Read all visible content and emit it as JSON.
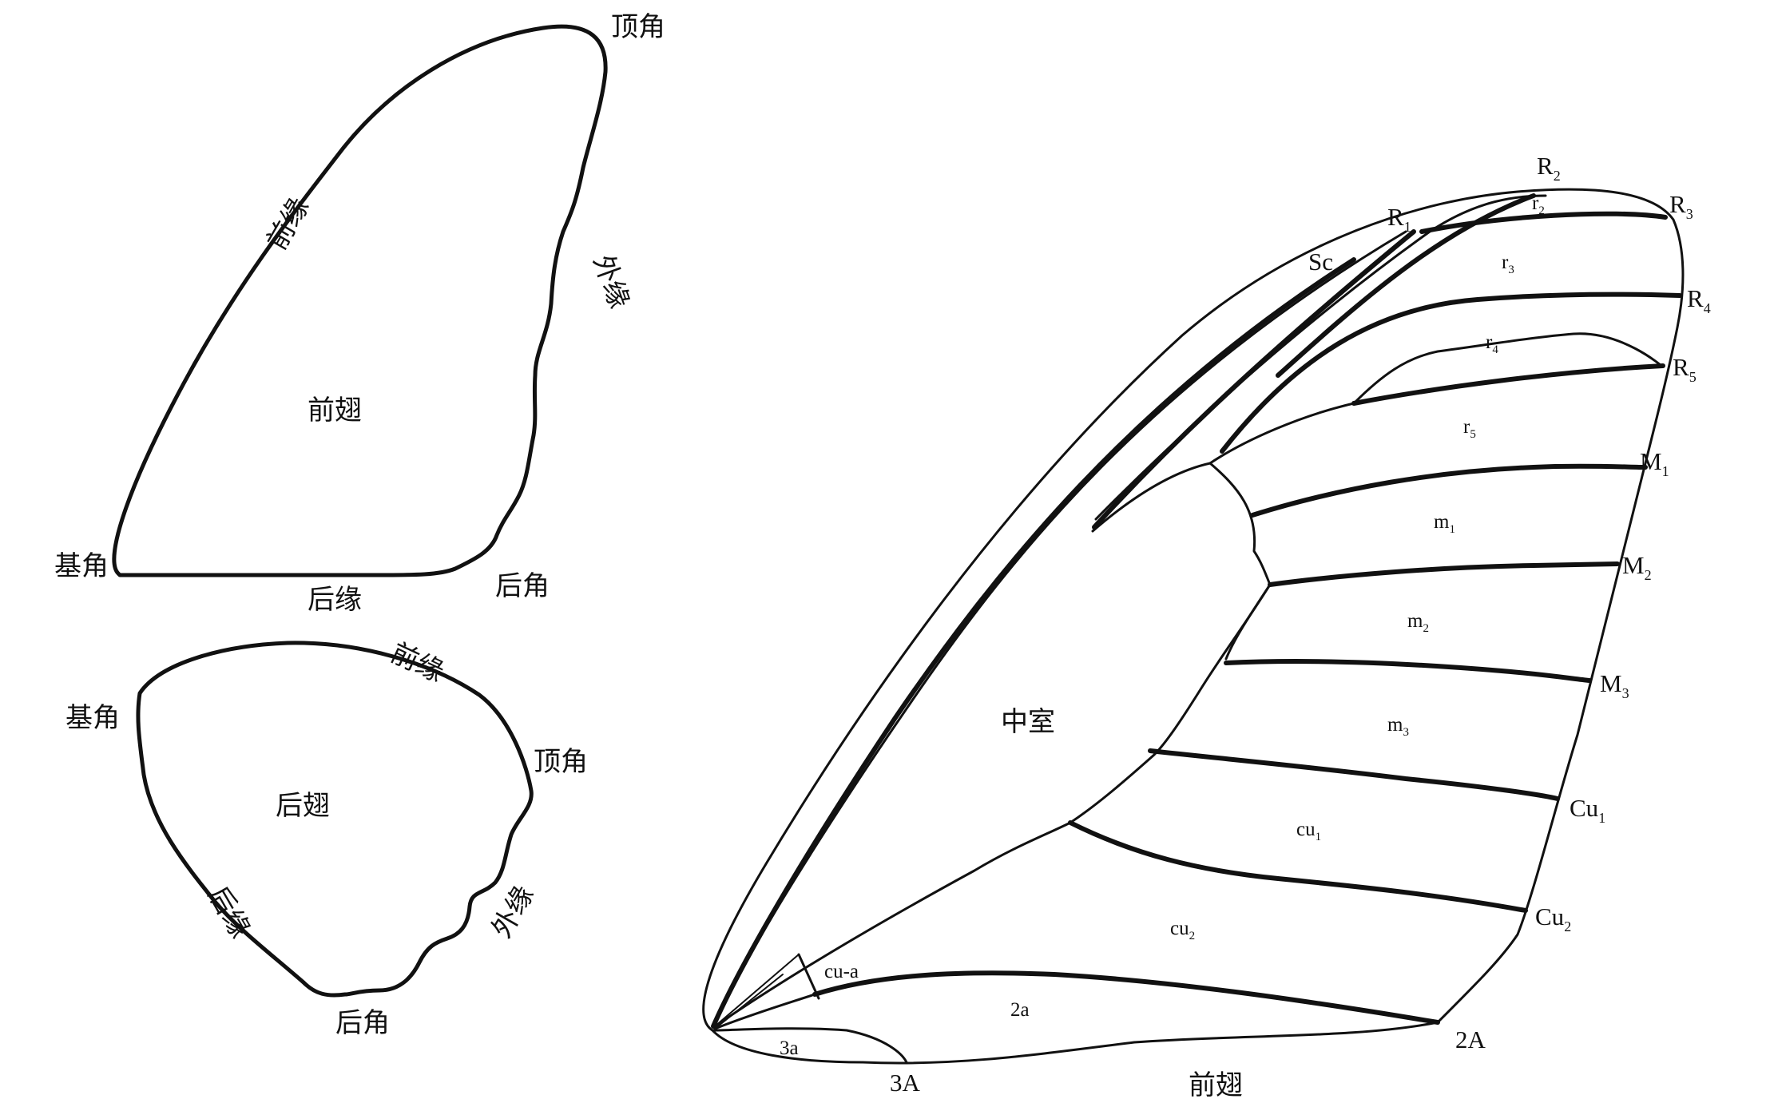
{
  "forewing_outline": {
    "name": "前翅",
    "costa": "前缘",
    "outer_margin": "外缘",
    "inner_margin": "后缘",
    "apex": "顶角",
    "base_angle": "基角",
    "tornus": "后角"
  },
  "hindwing_outline": {
    "name": "后翅",
    "costa": "前缘",
    "outer_margin": "外缘",
    "inner_margin": "后缘",
    "apex": "顶角",
    "base_angle": "基角",
    "tornus": "后角"
  },
  "venation": {
    "caption": "前翅",
    "discal_cell": "中室",
    "veins": [
      {
        "id": "Sc",
        "main": "Sc",
        "sub": ""
      },
      {
        "id": "R1",
        "main": "R",
        "sub": "1"
      },
      {
        "id": "R2",
        "main": "R",
        "sub": "2"
      },
      {
        "id": "R3",
        "main": "R",
        "sub": "3"
      },
      {
        "id": "R4",
        "main": "R",
        "sub": "4"
      },
      {
        "id": "R5",
        "main": "R",
        "sub": "5"
      },
      {
        "id": "M1",
        "main": "M",
        "sub": "1"
      },
      {
        "id": "M2",
        "main": "M",
        "sub": "2"
      },
      {
        "id": "M3",
        "main": "M",
        "sub": "3"
      },
      {
        "id": "Cu1",
        "main": "Cu",
        "sub": "1"
      },
      {
        "id": "Cu2",
        "main": "Cu",
        "sub": "2"
      },
      {
        "id": "2A",
        "main": "2A",
        "sub": ""
      },
      {
        "id": "3A",
        "main": "3A",
        "sub": ""
      }
    ],
    "cells": [
      {
        "id": "r2",
        "main": "r",
        "sub": "2"
      },
      {
        "id": "r3",
        "main": "r",
        "sub": "3"
      },
      {
        "id": "r4",
        "main": "r",
        "sub": "4"
      },
      {
        "id": "r5",
        "main": "r",
        "sub": "5"
      },
      {
        "id": "m1",
        "main": "m",
        "sub": "1"
      },
      {
        "id": "m2",
        "main": "m",
        "sub": "2"
      },
      {
        "id": "m3",
        "main": "m",
        "sub": "3"
      },
      {
        "id": "cu1",
        "main": "cu",
        "sub": "1"
      },
      {
        "id": "cu2",
        "main": "cu",
        "sub": "2"
      },
      {
        "id": "cu-a",
        "main": "cu-a",
        "sub": ""
      },
      {
        "id": "2a",
        "main": "2a",
        "sub": ""
      },
      {
        "id": "3a",
        "main": "3a",
        "sub": ""
      }
    ]
  }
}
